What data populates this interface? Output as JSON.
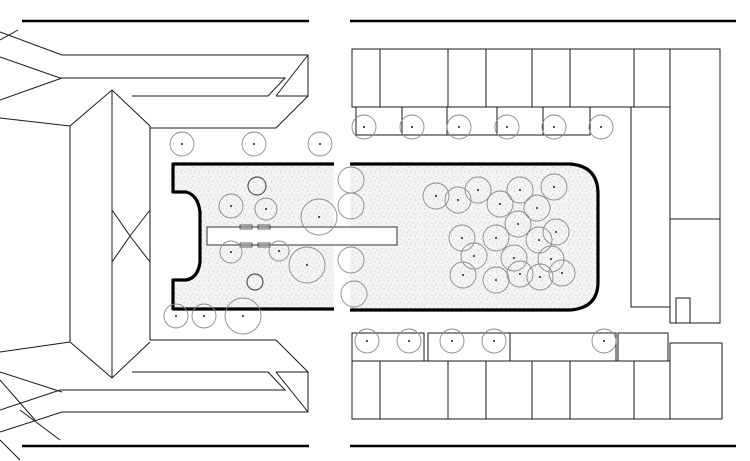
{
  "drawing": {
    "kind": "site-plan",
    "labels": [],
    "colors": {
      "line": "#1a1a1a",
      "tree_outline": "#8a8a8a",
      "paving_fill": "#f4f4f4",
      "stipple": "#b5b5b5",
      "background": "#ffffff"
    },
    "elements": {
      "left_building": "pitched-roof-building",
      "right_buildings": "row-of-building-blocks",
      "plaza": "stippled-paved-plaza",
      "walkway": "central-walkway",
      "trees": "tree-canopy-circles"
    }
  }
}
